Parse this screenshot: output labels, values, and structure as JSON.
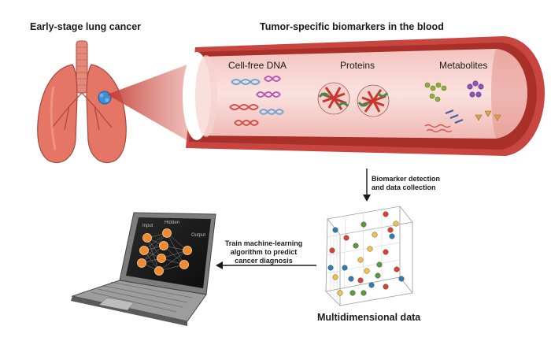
{
  "labels": {
    "lung_title": "Early-stage lung cancer",
    "blood_title": "Tumor-specific biomarkers in the blood",
    "cfdna": "Cell-free DNA",
    "proteins": "Proteins",
    "metabolites": "Metabolites",
    "detection": [
      "Biomarker detection",
      "and data collection"
    ],
    "train": [
      "Train machine-learning",
      "algorithm to predict",
      "cancer diagnosis"
    ],
    "multidim": "Multidimensional data",
    "nn_input": "Input",
    "nn_hidden": "Hidden",
    "nn_output": "Output"
  },
  "colors": {
    "vessel_outer": "#c8463f",
    "vessel_inner": "#f6c9c6",
    "lung": "#e57565",
    "tumor": "#3b8fd9",
    "node": "#f08a2c",
    "point_red": "#d9442f",
    "point_blue": "#2f7fb0",
    "point_yellow": "#f0c24a",
    "point_green": "#5c9a3c"
  },
  "icons": [
    "lungs-icon",
    "tumor-icon",
    "dna-icon",
    "protein-icon",
    "metabolite-icon",
    "laptop-icon",
    "neural-network-icon",
    "scatter-cube-icon",
    "arrow-down-icon",
    "arrow-left-icon"
  ],
  "scatter_points": [
    {
      "c": "red"
    },
    {
      "c": "yellow"
    },
    {
      "c": "blue"
    },
    {
      "c": "green"
    },
    {
      "c": "red"
    },
    {
      "c": "yellow"
    },
    {
      "c": "blue"
    },
    {
      "c": "red"
    },
    {
      "c": "green"
    },
    {
      "c": "yellow"
    },
    {
      "c": "blue"
    },
    {
      "c": "red"
    },
    {
      "c": "yellow"
    },
    {
      "c": "green"
    },
    {
      "c": "blue"
    },
    {
      "c": "red"
    },
    {
      "c": "yellow"
    },
    {
      "c": "blue"
    },
    {
      "c": "green"
    },
    {
      "c": "red"
    },
    {
      "c": "yellow"
    },
    {
      "c": "blue"
    },
    {
      "c": "red"
    },
    {
      "c": "green"
    },
    {
      "c": "blue"
    },
    {
      "c": "yellow"
    },
    {
      "c": "red"
    },
    {
      "c": "green"
    }
  ]
}
